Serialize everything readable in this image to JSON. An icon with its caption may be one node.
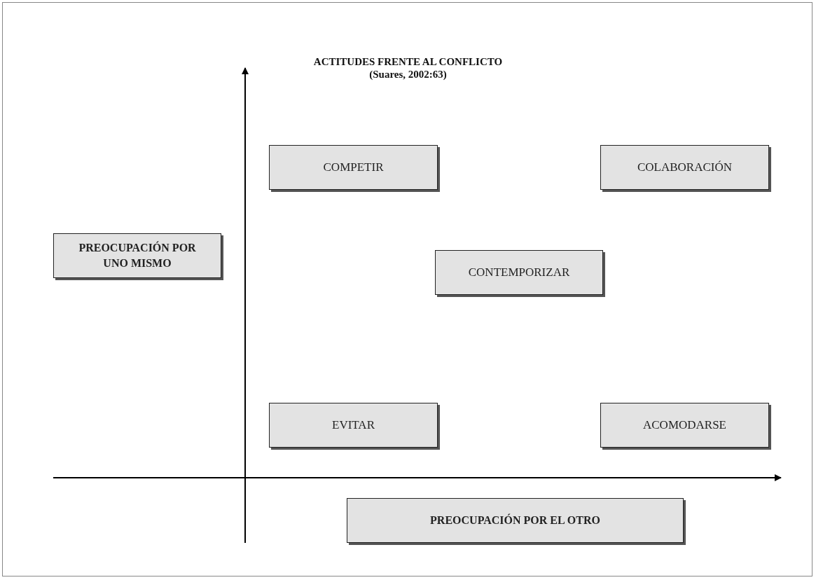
{
  "diagram": {
    "title": "ACTITUDES FRENTE AL CONFLICTO",
    "nodes": [
      {
        "text": [
          "COMPETIR"
        ]
      },
      {
        "text": [
          "COLABORACIÓN"
        ]
      },
      {
        "text": [
          "PREOCUPACIÓN POR UNO MISMO"
        ]
      },
      {
        "text": [
          "CONTEMPORIZAR"
        ]
      },
      {
        "text": [
          "EVITAR"
        ]
      },
      {
        "text": [
          "ACOMODARSE"
        ]
      },
      {
        "text": [
          "PREOCUPACIÓN POR EL OTRO"
        ]
      }
    ],
    "labels": [
      "(Suares, 2002:63)"
    ]
  }
}
